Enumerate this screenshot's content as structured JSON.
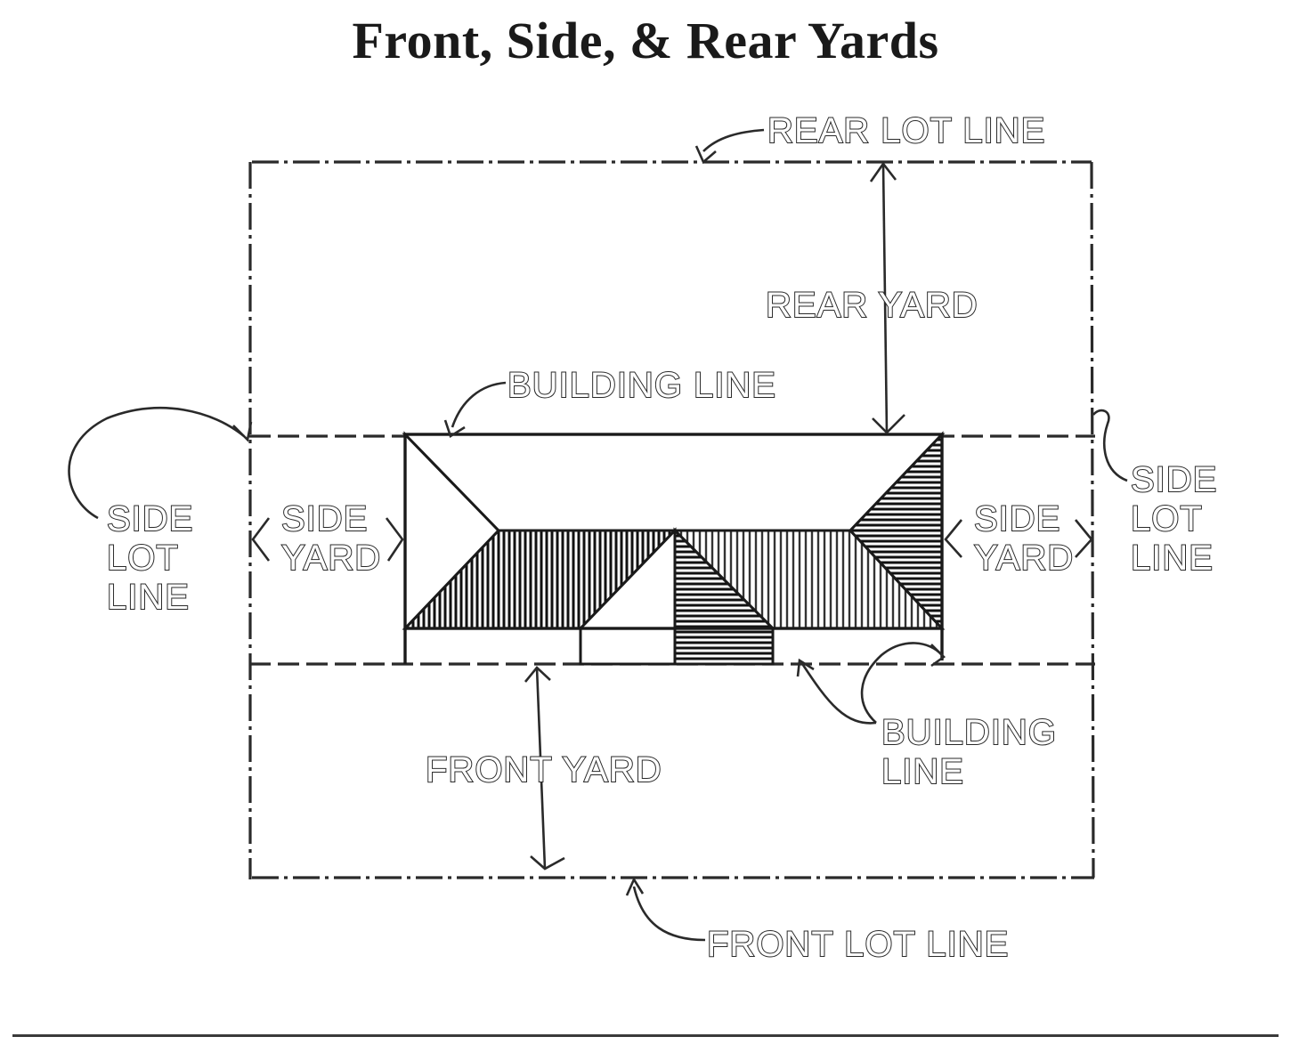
{
  "title": "Front, Side, & Rear Yards",
  "labels": {
    "rear_lot_line": "REAR LOT LINE",
    "rear_yard": "REAR YARD",
    "building_line_top": "BUILDING LINE",
    "side_lot_line_left": [
      "SIDE",
      "LOT",
      "LINE"
    ],
    "side_yard_left": [
      "SIDE",
      "YARD"
    ],
    "side_yard_right": [
      "SIDE",
      "YARD"
    ],
    "side_lot_line_right": [
      "SIDE",
      "LOT",
      "LINE"
    ],
    "front_yard": "FRONT YARD",
    "building_line_bottom": [
      "BUILDING",
      "LINE"
    ],
    "front_lot_line": "FRONT LOT LINE"
  }
}
